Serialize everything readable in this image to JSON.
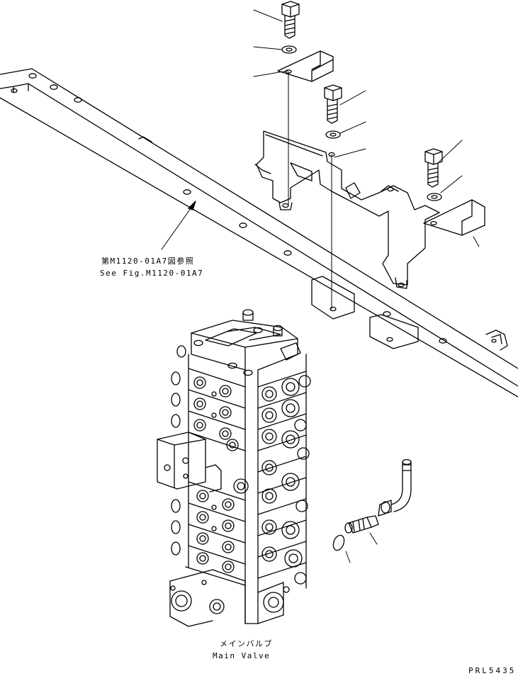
{
  "labels": {
    "reference_jp": "第M1120-01A7図参照",
    "reference_en": "See Fig.M1120-01A7",
    "main_valve_jp": "メインバルブ",
    "main_valve_en": "Main Valve",
    "drawing_code": "PRL5435"
  }
}
